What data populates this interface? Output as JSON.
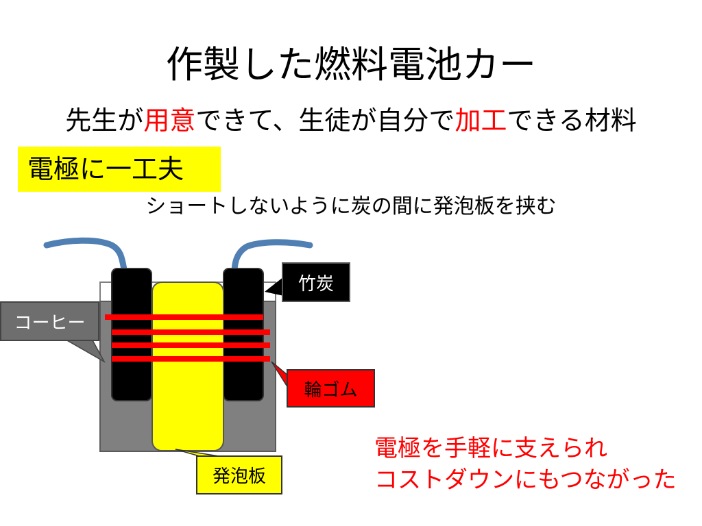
{
  "title": "作製した燃料電池カー",
  "subtitle": {
    "part1": "先生が",
    "part2": "用意",
    "part3": "できて、生徒が自分で",
    "part4": "加工",
    "part5": "できる材料"
  },
  "highlight": "電極に一工夫",
  "note": "ショートしないように炭の間に発泡板を挟む",
  "labels": {
    "charcoal": "竹炭",
    "coffee": "コーヒー",
    "rubber_band": "輪ゴム",
    "foam_board": "発泡板"
  },
  "conclusion": {
    "line1": "電極を手軽に支えられ",
    "line2": "コストダウンにもつながった"
  },
  "colors": {
    "accent_red": "#ff0000",
    "highlight_yellow": "#ffff00",
    "coffee_gray": "#808080",
    "wire_blue": "#4f7fb3"
  }
}
